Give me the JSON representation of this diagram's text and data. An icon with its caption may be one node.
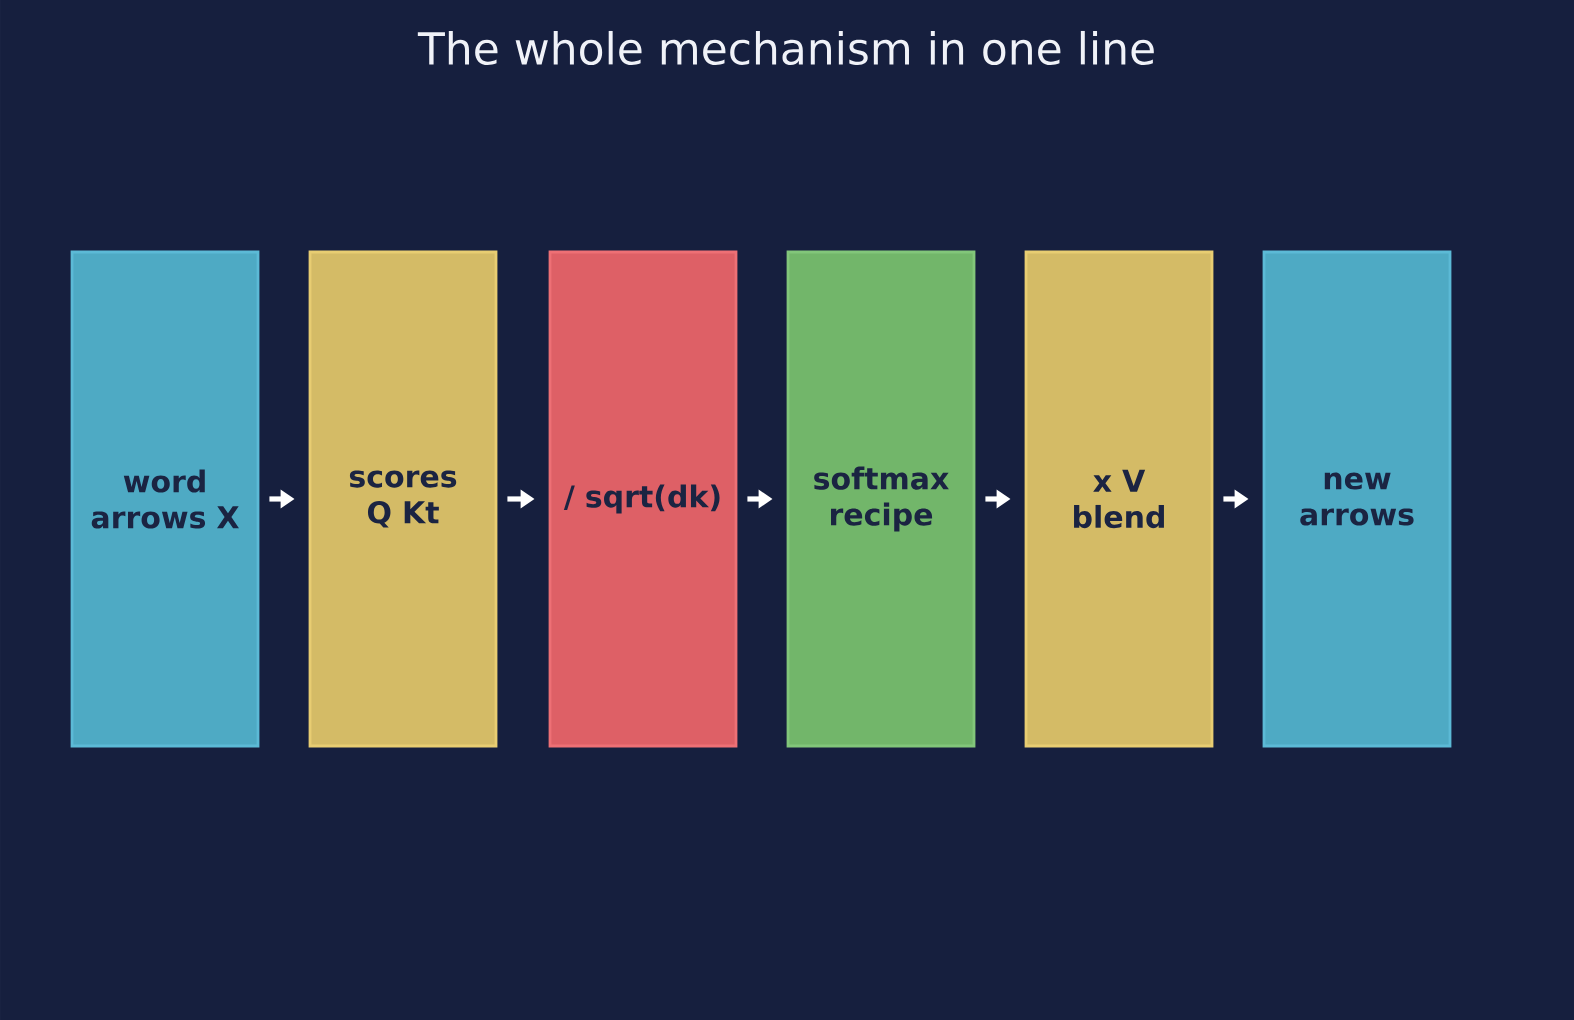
{
  "diagram": {
    "title": "The whole mechanism in one line",
    "nodes": [
      {
        "text": [
          "word arrows X"
        ]
      },
      {
        "text": [
          "scores Q Kt"
        ]
      },
      {
        "text": [
          "/ sqrt(dk)"
        ]
      },
      {
        "text": [
          "softmax recipe"
        ]
      },
      {
        "text": [
          "x V blend"
        ]
      },
      {
        "text": [
          "new arrows"
        ]
      }
    ],
    "edges": [
      {
        "from": 0,
        "to": 1,
        "arrow": "to"
      },
      {
        "from": 1,
        "to": 2,
        "arrow": "to"
      },
      {
        "from": 2,
        "to": 3,
        "arrow": "to"
      },
      {
        "from": 3,
        "to": 4,
        "arrow": "to"
      },
      {
        "from": 4,
        "to": 5,
        "arrow": "to"
      }
    ]
  }
}
